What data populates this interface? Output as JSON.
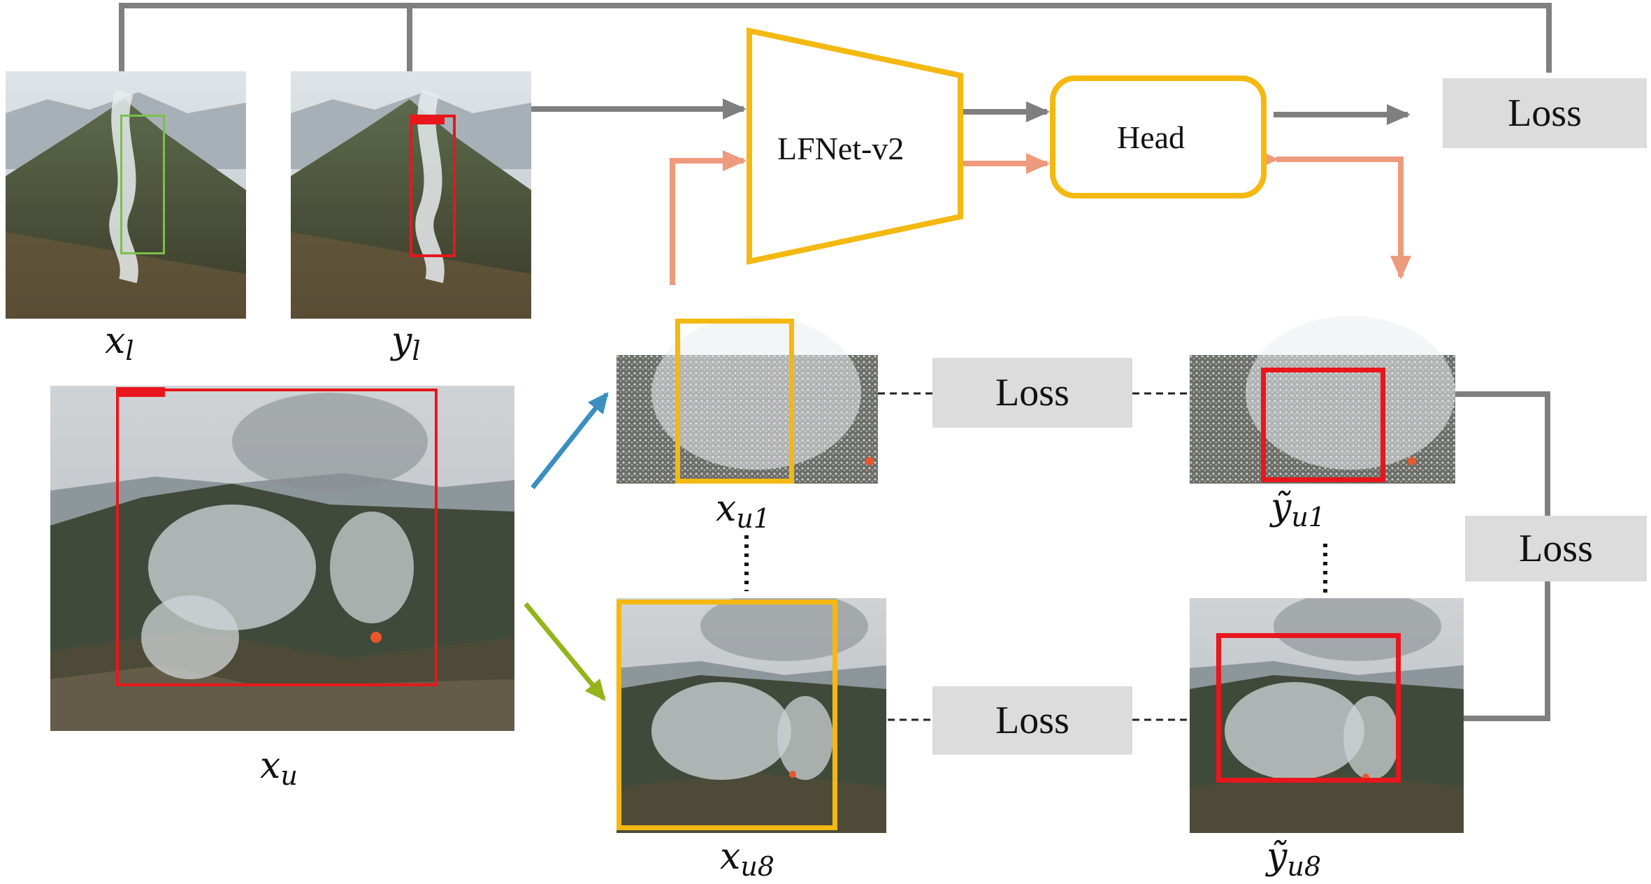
{
  "nodes": {
    "backbone": "LFNet-v2",
    "head": "Head",
    "loss_top": "Loss",
    "loss_mid_upper": "Loss",
    "loss_mid_lower": "Loss",
    "loss_right": "Loss"
  },
  "labels": {
    "x_l": {
      "base": "x",
      "sub": "l"
    },
    "y_l": {
      "base": "y",
      "sub": "l"
    },
    "x_u": {
      "base": "x",
      "sub": "u"
    },
    "x_u1": {
      "base": "x",
      "sub": "u1"
    },
    "x_u8": {
      "base": "x",
      "sub": "u8"
    },
    "y_u1": {
      "base": "ỹ",
      "sub": "u1"
    },
    "y_u8": {
      "base": "ỹ",
      "sub": "u8"
    }
  },
  "colors": {
    "gray_arrow": "#7f7f7f",
    "salmon_arrow": "#ee9a7c",
    "blue_arrow": "#3a8fbf",
    "green_arrow": "#95b41c",
    "yellow": "#f4b810",
    "red": "#e8161d",
    "loss_fill": "#dcdcdc"
  }
}
